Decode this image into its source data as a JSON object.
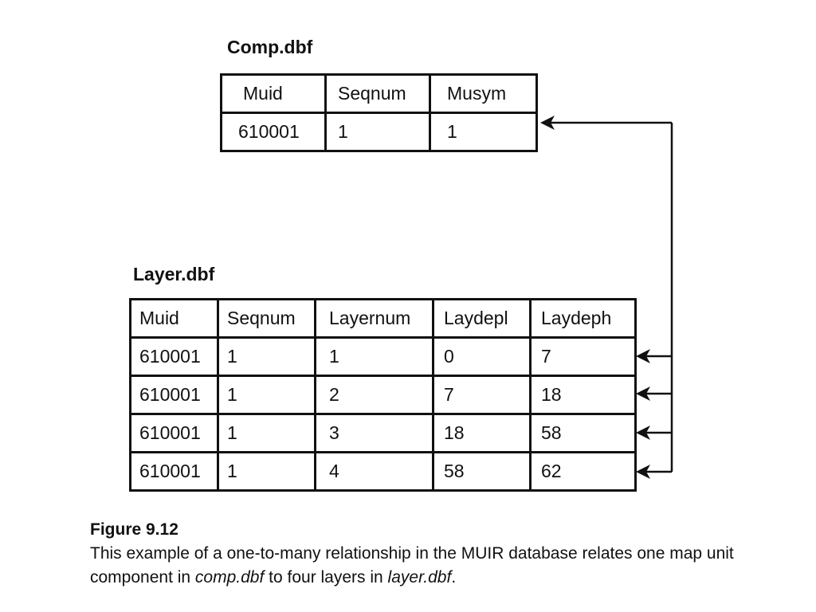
{
  "comp_table": {
    "title": "Comp.dbf",
    "headers": [
      "Muid",
      "Seqnum",
      "Musym"
    ],
    "rows": [
      [
        "610001",
        "1",
        "1"
      ]
    ]
  },
  "layer_table": {
    "title": "Layer.dbf",
    "headers": [
      "Muid",
      "Seqnum",
      "Layernum",
      "Laydepl",
      "Laydeph"
    ],
    "rows": [
      [
        "610001",
        "1",
        "1",
        "0",
        "7"
      ],
      [
        "610001",
        "1",
        "2",
        "7",
        "18"
      ],
      [
        "610001",
        "1",
        "3",
        "18",
        "58"
      ],
      [
        "610001",
        "1",
        "4",
        "58",
        "62"
      ]
    ]
  },
  "caption": {
    "figure_label": "Figure 9.12",
    "text_before": "This example of a one-to-many relationship in the MUIR database relates one map unit component in ",
    "italic_1": "comp.dbf",
    "text_middle": " to four layers in ",
    "italic_2": "layer.dbf",
    "text_end": "."
  }
}
